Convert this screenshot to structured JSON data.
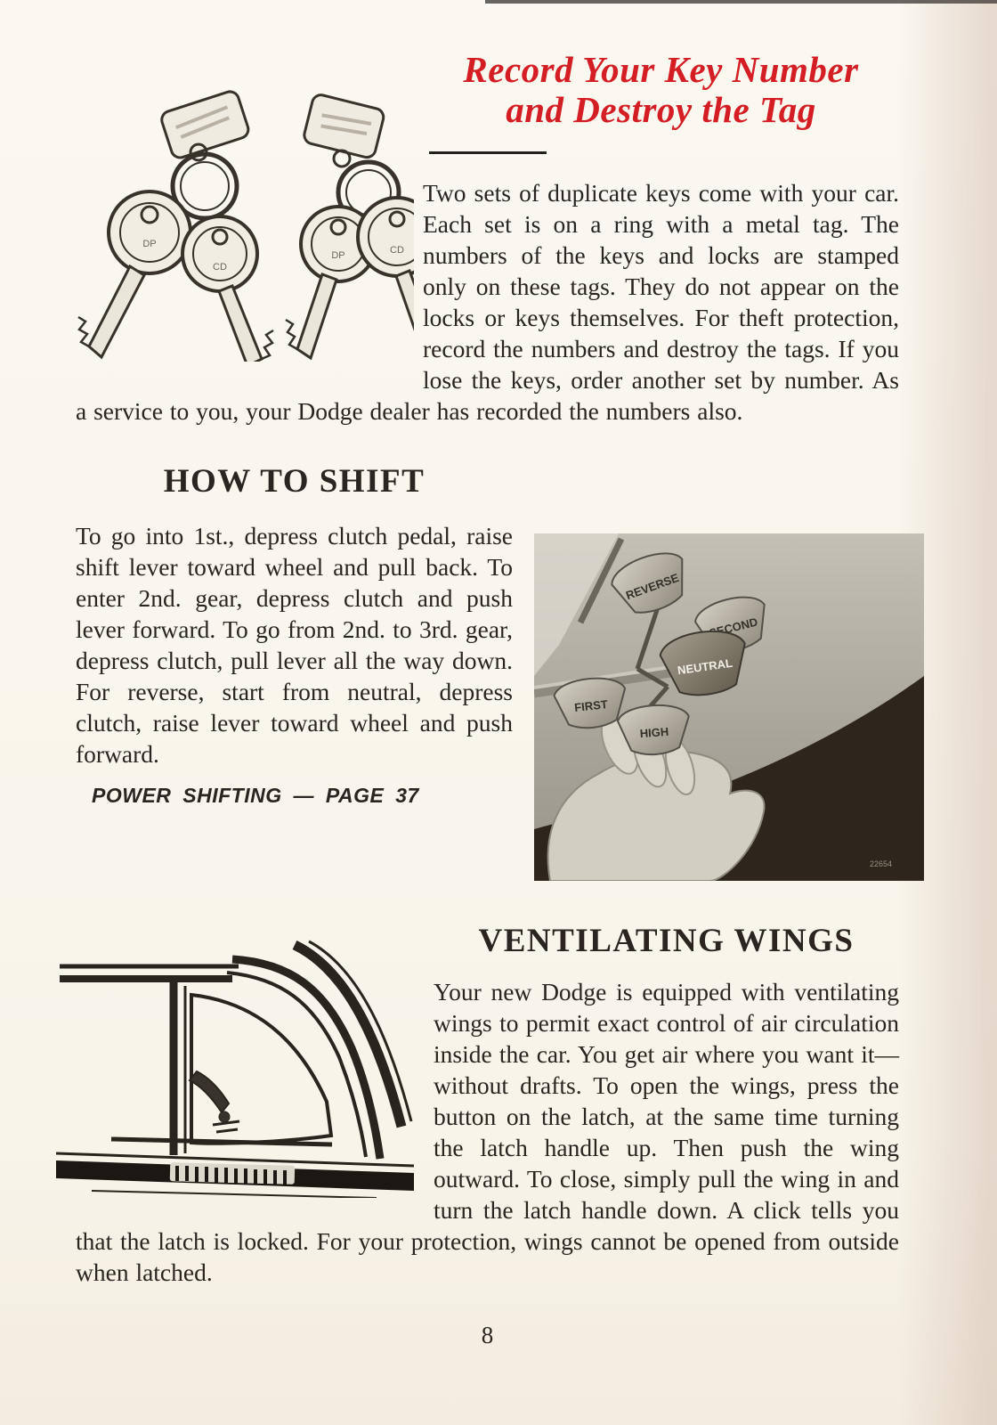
{
  "page": {
    "number": "8",
    "ink_color": "#2b2420",
    "accent_red": "#d41e23",
    "paper_color": "#f8f4ea"
  },
  "key_section": {
    "heading_line1": "Record Your Key Number",
    "heading_line2": "and Destroy the Tag",
    "paragraph": "Two sets of duplicate keys come with your car. Each set is on a ring with a metal tag. The numbers of the keys and locks are stamped only on these tags. They do not appear on the locks or keys themselves. For theft protection, record the numbers and destroy the tags. If you lose the keys, order another set by number. As a service to you, your Dodge dealer has recorded the numbers also.",
    "key_stamp_line1": "DP",
    "key_stamp_line2": "CD"
  },
  "shift_section": {
    "heading": "HOW TO SHIFT",
    "paragraph": "To go into 1st., depress clutch pedal, raise shift lever toward wheel and pull back. To enter 2nd. gear, depress clutch and push lever forward. To go from 2nd. to 3rd. gear, depress clutch, pull lever all the way down. For reverse, start from neutral, depress clutch, raise lever toward wheel and push forward.",
    "crossref": "POWER SHIFTING — PAGE 37",
    "photo": {
      "labels": [
        "REVERSE",
        "SECOND",
        "NEUTRAL",
        "FIRST",
        "HIGH"
      ],
      "photo_number": "22654"
    }
  },
  "vent_section": {
    "heading": "VENTILATING WINGS",
    "paragraph": "Your new Dodge is equipped with ventilating wings to permit exact control of air circulation inside the car. You get air where you want it—without drafts. To open the wings, press the button on the latch, at the same time turning the latch handle up. Then push the wing outward. To close, simply pull the wing in and turn the latch handle down. A click tells you that the latch is locked. For your protection, wings cannot be opened from outside when latched."
  }
}
